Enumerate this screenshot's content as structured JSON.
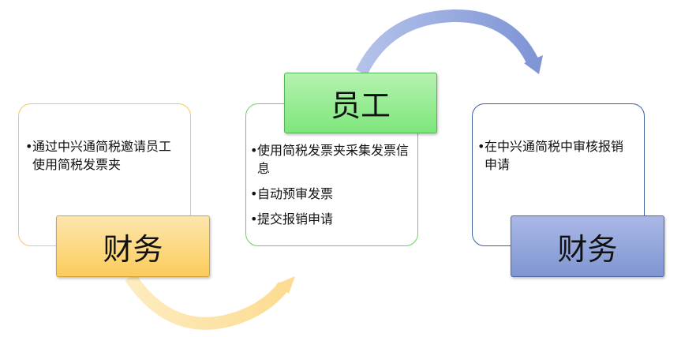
{
  "cards": [
    {
      "title": "财务",
      "bullets": [
        "通过中兴通简税邀请员工使用简税发票夹"
      ]
    },
    {
      "title": "员工",
      "bullets": [
        "使用简税发票夹采集发票信息",
        "自动预审发票",
        "提交报销申请"
      ]
    },
    {
      "title": "财务",
      "bullets": [
        "在中兴通简税中审核报销申请"
      ]
    }
  ],
  "colors": {
    "card1_border": "#f0cc55",
    "card2_border": "#63d463",
    "card3_border": "#3f5f9f",
    "arrow_bottom": "#fde3a0",
    "arrow_top": "#8ea3dc"
  }
}
